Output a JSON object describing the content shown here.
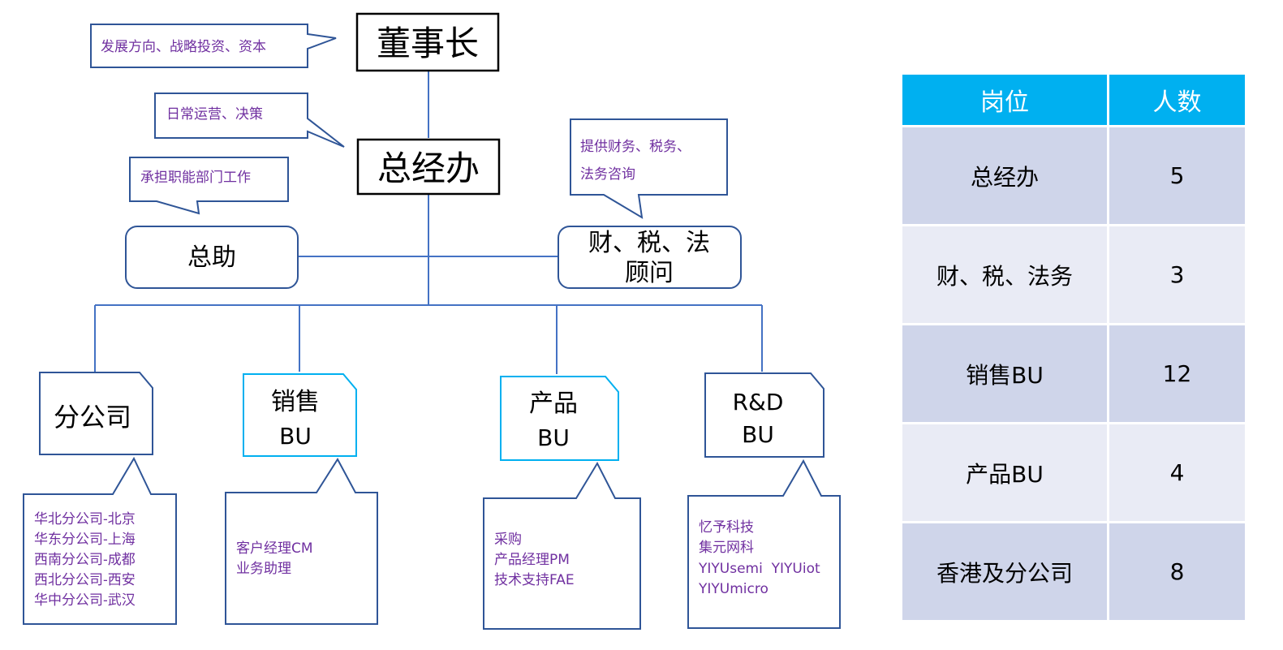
{
  "diagram": {
    "chairman": {
      "label": "董事长",
      "note": "发展方向、战略投资、资本"
    },
    "gm_office": {
      "label": "总经办",
      "note": "日常运营、决策"
    },
    "assistant": {
      "label": "总助",
      "note": "承担职能部门工作"
    },
    "advisors": {
      "label_line1": "财、税、法",
      "label_line2": "顾问",
      "note_line1": "提供财务、税务、",
      "note_line2": "法务咨询"
    },
    "departments": [
      {
        "label_line1": "分公司",
        "label_line2": "",
        "items": [
          "华北分公司-北京",
          "华东分公司-上海",
          "西南分公司-成都",
          "西北分公司-西安",
          "华中分公司-武汉"
        ]
      },
      {
        "label_line1": "销售",
        "label_line2": "BU",
        "items": [
          "客户经理CM",
          "业务助理"
        ]
      },
      {
        "label_line1": "产品",
        "label_line2": "BU",
        "items": [
          "采购",
          "产品经理PM",
          "技术支持FAE"
        ]
      },
      {
        "label_line1": "R&D",
        "label_line2": "BU",
        "items": [
          "忆予科技",
          "集元网科",
          "YIYUsemi  YIYUiot",
          "YIYUmicro"
        ]
      }
    ]
  },
  "table": {
    "headers": [
      "岗位",
      "人数"
    ],
    "rows": [
      {
        "position": "总经办",
        "count": "5"
      },
      {
        "position": "财、税、法务",
        "count": "3"
      },
      {
        "position": "销售BU",
        "count": "12"
      },
      {
        "position": "产品BU",
        "count": "4"
      },
      {
        "position": "香港及分公司",
        "count": "8"
      }
    ]
  },
  "colors": {
    "header_bg": "#00b0f0",
    "row_odd_bg": "#cfd5ea",
    "row_even_bg": "#e9ebf5",
    "note_text": "#7030a0",
    "connector": "#4472c4",
    "border_dark_blue": "#2f5597",
    "border_cyan": "#00b0f0"
  }
}
